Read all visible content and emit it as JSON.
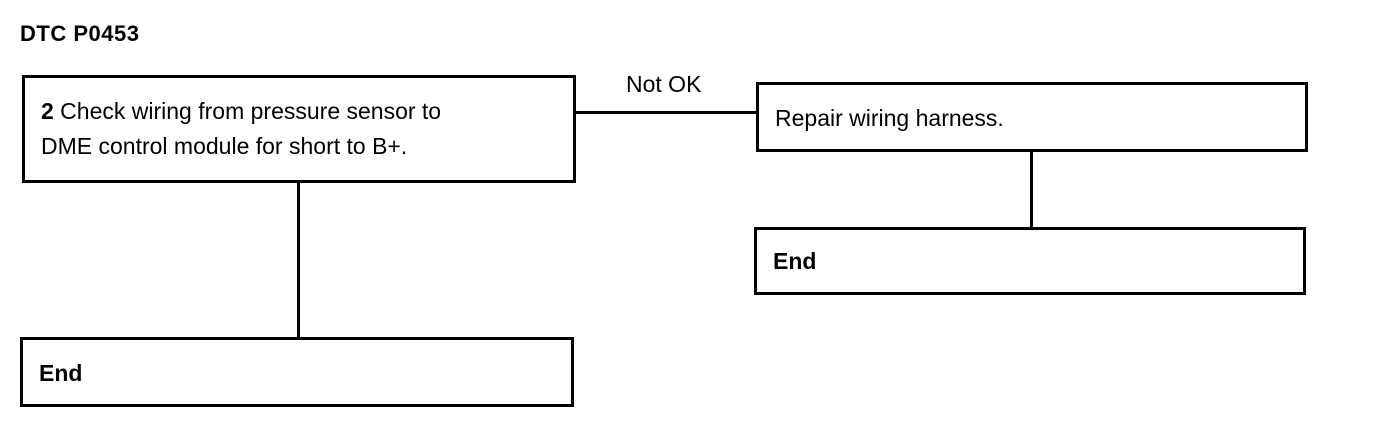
{
  "title": "DTC P0453",
  "steps": {
    "check": {
      "number": "2",
      "line1": " Check wiring from pressure sensor to",
      "line2": "DME control module for short to B+."
    },
    "repair": {
      "text": "Repair wiring harness."
    },
    "end_right": {
      "text": "End"
    },
    "end_left": {
      "text": "End"
    }
  },
  "edges": {
    "not_ok": "Not OK"
  }
}
